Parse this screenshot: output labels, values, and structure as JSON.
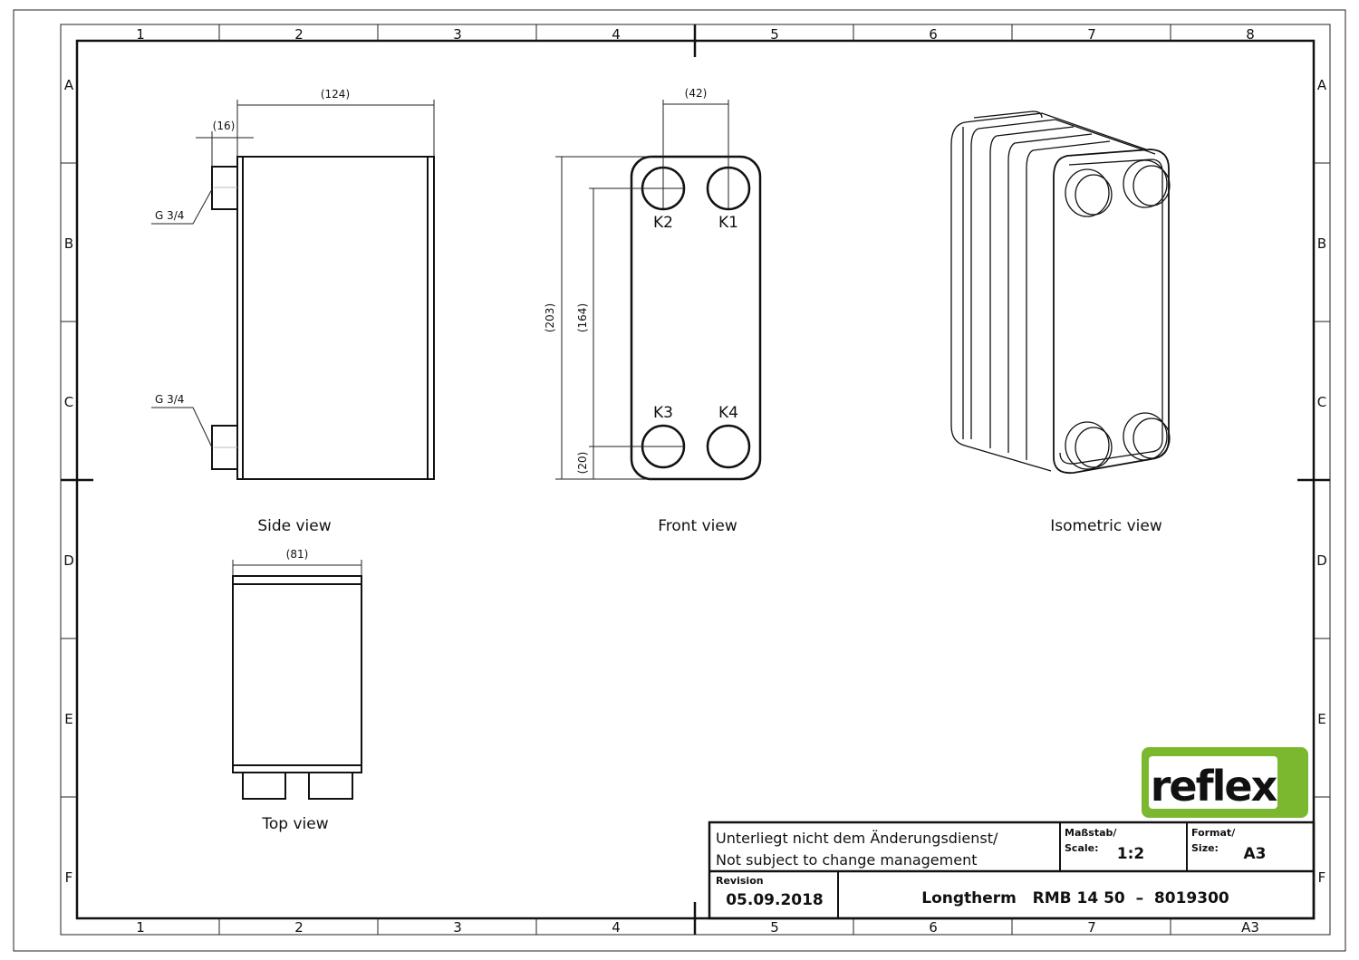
{
  "frame": {
    "columns": [
      "1",
      "2",
      "3",
      "4",
      "5",
      "6",
      "7",
      "8"
    ],
    "bottom_columns": [
      "1",
      "2",
      "3",
      "4",
      "5",
      "6",
      "7",
      "A3"
    ],
    "rows": [
      "A",
      "B",
      "C",
      "D",
      "E",
      "F"
    ]
  },
  "side_view": {
    "title": "Side view",
    "dim_width": "(124)",
    "dim_fitting": "(16)",
    "thread_top": "G 3/4",
    "thread_bottom": "G 3/4"
  },
  "front_view": {
    "title": "Front view",
    "dim_port_spacing": "(42)",
    "dim_height": "(203)",
    "dim_port_distance": "(164)",
    "dim_port_offset": "(20)",
    "ports": [
      "K2",
      "K1",
      "K3",
      "K4"
    ]
  },
  "isometric_view": {
    "title": "Isometric view"
  },
  "top_view": {
    "title": "Top view",
    "dim_width": "(81)"
  },
  "logo": {
    "text": "reflex",
    "color": "#7cb82f"
  },
  "title_block": {
    "note_de": "Unterliegt nicht dem Änderungsdienst/",
    "note_en": "Not subject to change management",
    "scale_label_de": "Maßstab/",
    "scale_label_en": "Scale:",
    "scale": "1:2",
    "format_label_de": "Format/",
    "format_label_en": "Size:",
    "format": "A3",
    "revision_label": "Revision",
    "revision": "05.09.2018",
    "drawing_title": "Longtherm   RMB 14 50  –  8019300"
  }
}
